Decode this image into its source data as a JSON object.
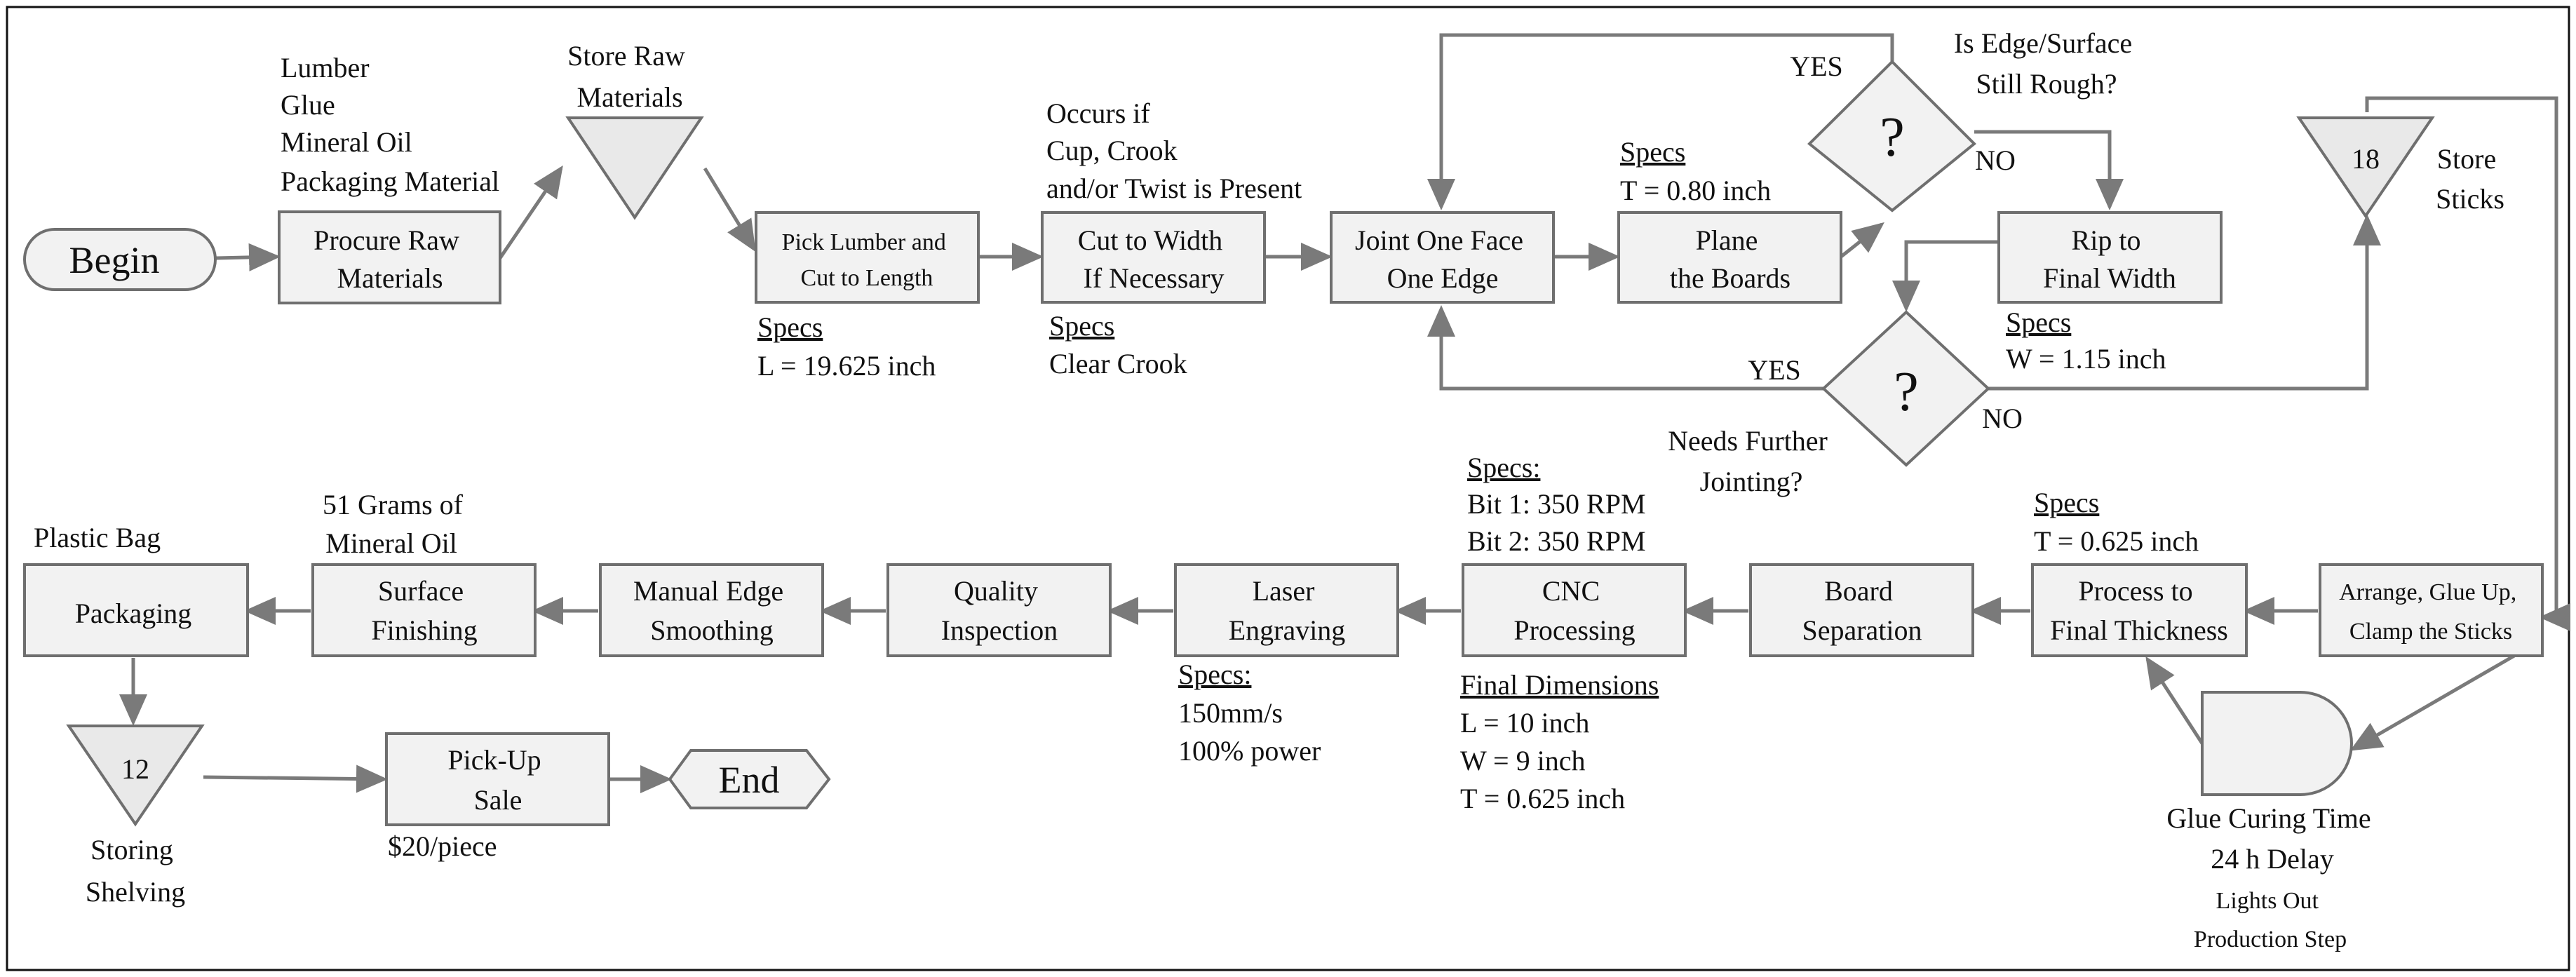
{
  "nodes": {
    "begin": "Begin",
    "procure": [
      "Procure Raw",
      "Materials"
    ],
    "store_raw": [
      "Store Raw",
      "Materials"
    ],
    "pick": [
      "Pick Lumber and",
      "Cut to Length"
    ],
    "cut_width": [
      "Cut to Width",
      "If Necessary"
    ],
    "joint": [
      "Joint One Face",
      "One Edge"
    ],
    "plane": [
      "Plane",
      "the Boards"
    ],
    "decision_rough_mark": "?",
    "decision_rough_q": [
      "Is Edge/Surface",
      "Still Rough?"
    ],
    "rip": [
      "Rip to",
      "Final Width"
    ],
    "decision_joint_mark": "?",
    "decision_joint_q": [
      "Needs Further",
      "Jointing?"
    ],
    "store_sticks_num": "18",
    "store_sticks_label": [
      "Store",
      "Sticks"
    ],
    "arrange": [
      "Arrange, Glue Up,",
      "Clamp the Sticks"
    ],
    "glue_curing": [
      "Glue Curing Time",
      "24 h Delay"
    ],
    "lights_out": [
      "Lights Out",
      "Production Step"
    ],
    "process_thickness": [
      "Process to",
      "Final Thickness"
    ],
    "board_sep": [
      "Board",
      "Separation"
    ],
    "cnc": [
      "CNC",
      "Processing"
    ],
    "laser": [
      "Laser",
      "Engraving"
    ],
    "quality": [
      "Quality",
      "Inspection"
    ],
    "manual_edge": [
      "Manual Edge",
      "Smoothing"
    ],
    "surface": [
      "Surface",
      "Finishing"
    ],
    "packaging": "Packaging",
    "storing_num": "12",
    "storing_label": [
      "Storing",
      "Shelving"
    ],
    "pickup": [
      "Pick-Up",
      "Sale"
    ],
    "end": "End"
  },
  "notes": {
    "materials_list": [
      "Lumber",
      "Glue",
      "Mineral Oil",
      "Packaging Material"
    ],
    "pick_specs_title": "Specs",
    "pick_specs": "L = 19.625 inch",
    "cut_condition": [
      "Occurs if",
      "Cup, Crook",
      "and/or Twist is Present"
    ],
    "cut_specs_title": "Specs",
    "cut_specs": "Clear Crook",
    "plane_specs_title": "Specs",
    "plane_specs": "T = 0.80 inch",
    "rip_specs_title": "Specs",
    "rip_specs": "W = 1.15 inch",
    "thickness_specs_title": "Specs",
    "thickness_specs": "T = 0.625 inch",
    "cnc_specs_title": "Specs:",
    "cnc_specs": [
      "Bit 1: 350 RPM",
      "Bit 2: 350 RPM"
    ],
    "cnc_dims_title": "Final Dimensions",
    "cnc_dims": [
      "L = 10 inch",
      "W = 9 inch",
      "T = 0.625 inch"
    ],
    "laser_specs_title": "Specs:",
    "laser_specs": [
      "150mm/s",
      "100% power"
    ],
    "oil_amount": [
      "51 Grams of",
      "Mineral Oil"
    ],
    "bag": "Plastic Bag",
    "price": "$20/piece"
  },
  "branches": {
    "rough_yes": "YES",
    "rough_no": "NO",
    "joint_yes": "YES",
    "joint_no": "NO"
  }
}
